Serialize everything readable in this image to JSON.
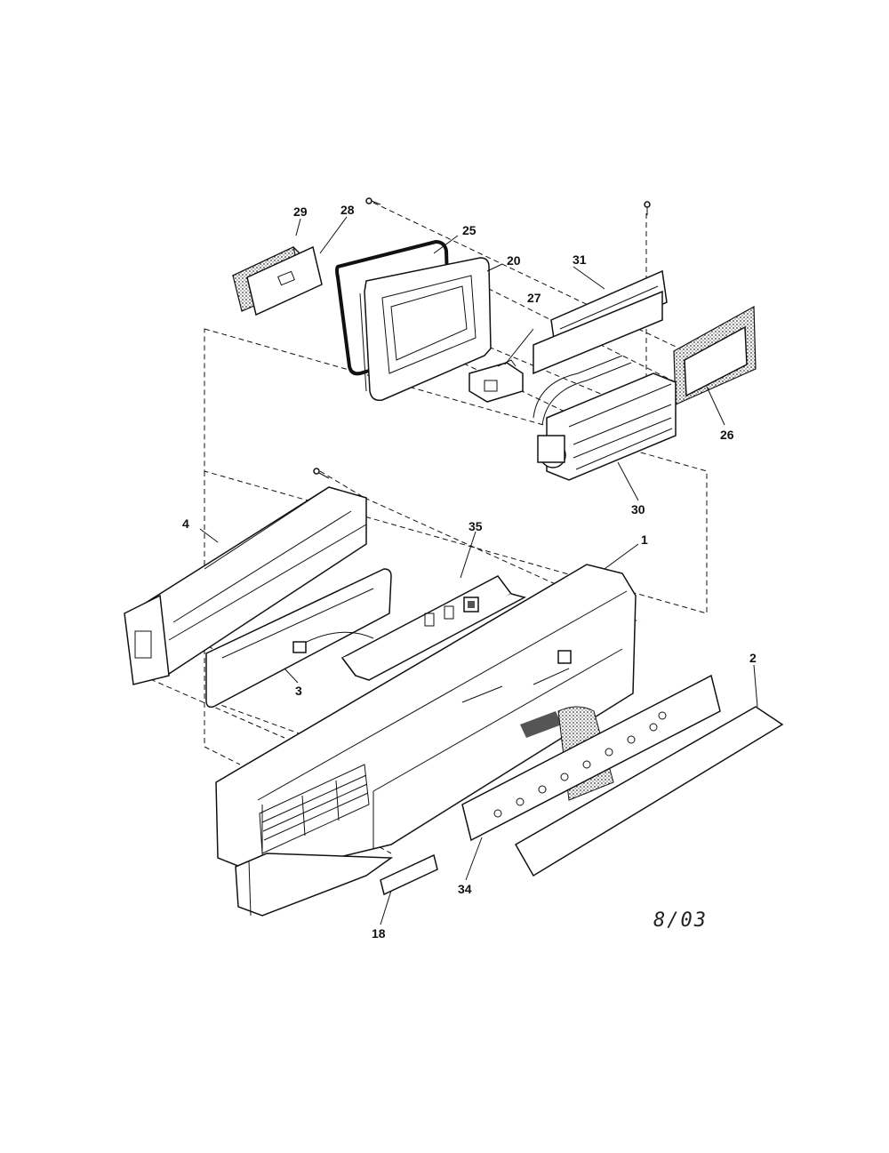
{
  "callouts": [
    "29",
    "28",
    "25",
    "20",
    "31",
    "27",
    "26",
    "30",
    "4",
    "35",
    "1",
    "3",
    "2",
    "34",
    "18"
  ],
  "date_mark": "8/03",
  "colors": {
    "line": "#111111",
    "background": "#ffffff",
    "texture": "#555555"
  }
}
